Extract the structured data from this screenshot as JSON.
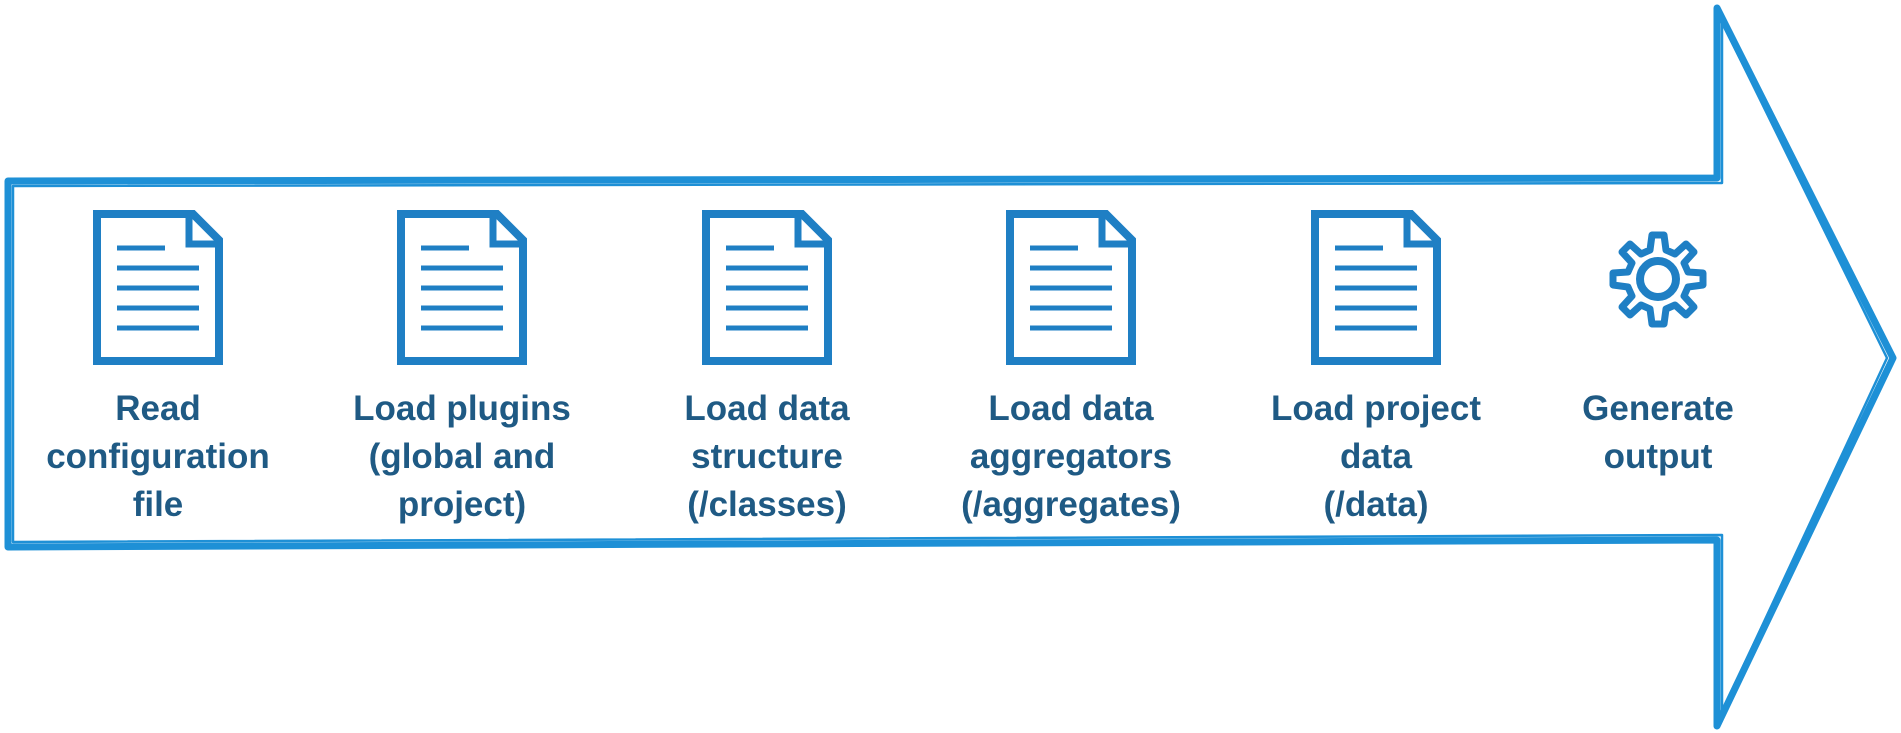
{
  "colors": {
    "arrow": "#1e90d6",
    "icon": "#1f7fc4",
    "text": "#1f5a84"
  },
  "steps": [
    {
      "icon": "document-icon",
      "label": "Read\nconfiguration\nfile"
    },
    {
      "icon": "document-icon",
      "label": "Load plugins\n(global and\nproject)"
    },
    {
      "icon": "document-icon",
      "label": "Load data\nstructure\n(/classes)"
    },
    {
      "icon": "document-icon",
      "label": "Load data\naggregators\n(/aggregates)"
    },
    {
      "icon": "document-icon",
      "label": "Load project\ndata\n(/data)"
    },
    {
      "icon": "gear-icon",
      "label": "Generate\noutput"
    }
  ]
}
